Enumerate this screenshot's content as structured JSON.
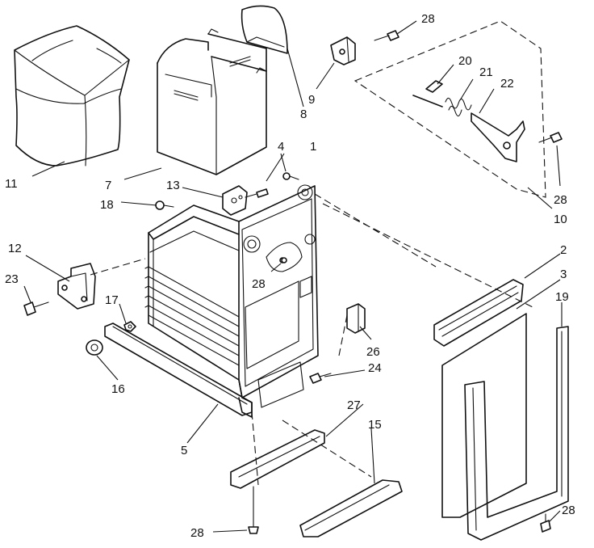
{
  "callouts": {
    "c1": "1",
    "c2": "2",
    "c3": "3",
    "c4": "4",
    "c5": "5",
    "c7": "7",
    "c8": "8",
    "c9": "9",
    "c10": "10",
    "c11": "11",
    "c12": "12",
    "c13": "13",
    "c15": "15",
    "c16": "16",
    "c17": "17",
    "c18": "18",
    "c19": "19",
    "c20": "20",
    "c21": "21",
    "c22": "22",
    "c23": "23",
    "c24": "24",
    "c26": "26",
    "c27": "27",
    "c28a": "28",
    "c28b": "28",
    "c28c": "28",
    "c28d": "28",
    "c28e": "28"
  }
}
